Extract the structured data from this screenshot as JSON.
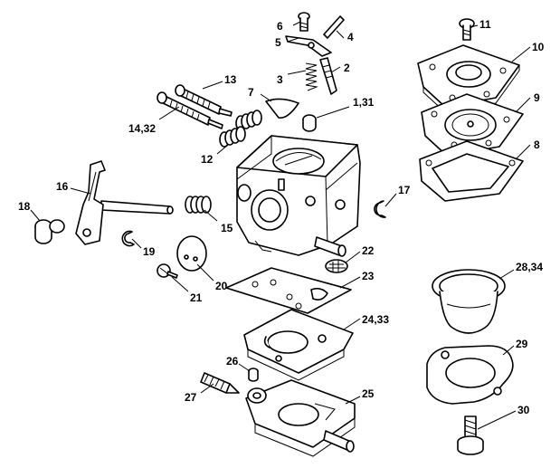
{
  "labels": {
    "p1": "1,31",
    "p2": "2",
    "p3": "3",
    "p4": "4",
    "p5": "5",
    "p6": "6",
    "p7": "7",
    "p8": "8",
    "p9": "9",
    "p10": "10",
    "p11": "11",
    "p12": "12",
    "p13": "13",
    "p14": "14,32",
    "p15": "15",
    "p16": "16",
    "p17": "17",
    "p18": "18",
    "p19": "19",
    "p20": "20",
    "p21": "21",
    "p22": "22",
    "p23": "23",
    "p24": "24,33",
    "p25": "25",
    "p26": "26",
    "p27": "27",
    "p28": "28,34",
    "p29": "29",
    "p30": "30"
  }
}
